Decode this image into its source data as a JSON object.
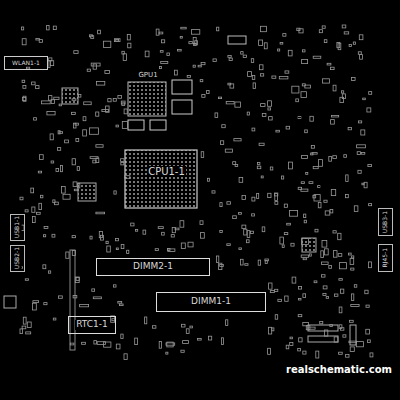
{
  "diagram": {
    "nodes": [
      {
        "text": [
          "WLAN1-1"
        ]
      },
      {
        "text": [
          "GPU1"
        ]
      },
      {
        "text": [
          "CPU1-1"
        ]
      },
      {
        "text": [
          "DIMM2-1"
        ]
      },
      {
        "text": [
          "DIMM1-1"
        ]
      },
      {
        "text": [
          "RTC1-1"
        ]
      },
      {
        "text": [
          "USB1-1"
        ]
      },
      {
        "text": [
          "USB2-1"
        ]
      },
      {
        "text": [
          "USB3-1"
        ]
      },
      {
        "text": [
          "RJ45-1"
        ]
      }
    ],
    "labels": [
      "realschematic.com"
    ]
  }
}
